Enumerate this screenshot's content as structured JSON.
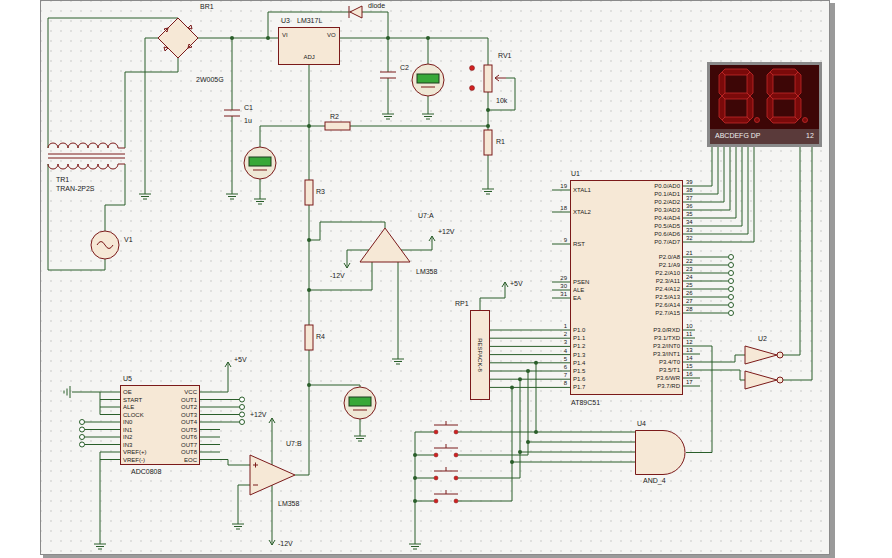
{
  "diagram": {
    "nodes": [
      {
        "text": [
          "U3",
          "LM317L",
          "VI",
          "VO",
          "ADJ"
        ]
      },
      {
        "text": [
          "U1",
          "AT89C51"
        ]
      },
      {
        "text": [
          "U5",
          "ADC0808"
        ]
      },
      {
        "text": [
          "RP1",
          "RESPACK-8"
        ]
      },
      {
        "text": [
          "ABCDEFG DP",
          "12"
        ]
      },
      {
        "text": [
          "U4",
          "AND_4"
        ]
      }
    ],
    "edges": [
      {
        "from": 1,
        "to": 4,
        "arrow": "none"
      },
      {
        "from": 3,
        "to": 1,
        "arrow": "none"
      },
      {
        "from": 5,
        "to": 1,
        "arrow": "none"
      }
    ],
    "labels": [
      "BR1",
      "2W005G",
      "diode",
      "C1",
      "1u",
      "C2",
      "RV1",
      "10k",
      "R1",
      "R2",
      "R3",
      "R4",
      "TR1",
      "TRAN-2P2S",
      "V1",
      "U7:A",
      "LM358",
      "U7:B",
      "LM358",
      "+12V",
      "-12V",
      "+5V",
      "+5V",
      "+12V",
      "-12V",
      "U2",
      "XTAL1",
      "19",
      "XTAL2",
      "18",
      "RST",
      "9",
      "PSEN",
      "29",
      "ALE",
      "30",
      "EA",
      "31",
      "P1.0",
      "1",
      "P1.1",
      "2",
      "P1.2",
      "3",
      "P1.3",
      "4",
      "P1.4",
      "5",
      "P1.5",
      "6",
      "P1.6",
      "7",
      "P1.7",
      "8",
      "P0.0/AD0",
      "39",
      "P0.1/AD1",
      "38",
      "P0.2/AD2",
      "37",
      "P0.3/AD3",
      "36",
      "P0.4/AD4",
      "35",
      "P0.5/AD5",
      "34",
      "P0.6/AD6",
      "33",
      "P0.7/AD7",
      "32",
      "P2.0/A8",
      "21",
      "P2.1/A9",
      "22",
      "P2.2/A10",
      "23",
      "P2.3/A11",
      "24",
      "P2.4/A12",
      "25",
      "P2.5/A13",
      "26",
      "P2.6/A14",
      "27",
      "P2.7/A15",
      "28",
      "P3.0/RXD",
      "10",
      "P3.1/TXD",
      "11",
      "P3.2/INT0",
      "12",
      "P3.3/INT1",
      "13",
      "P3.4/T0",
      "14",
      "P3.5/T1",
      "15",
      "P3.6/WR",
      "16",
      "P3.7/RD",
      "17",
      "OE",
      "START",
      "ALE",
      "CLOCK",
      "IN0",
      "IN1",
      "IN2",
      "IN3",
      "VREF(+)",
      "VREF(-)",
      "VCC",
      "OUT1",
      "OUT2",
      "OUT3",
      "OUT4",
      "OUT5",
      "OUT6",
      "OUT7",
      "OUT8",
      "EOC"
    ]
  }
}
